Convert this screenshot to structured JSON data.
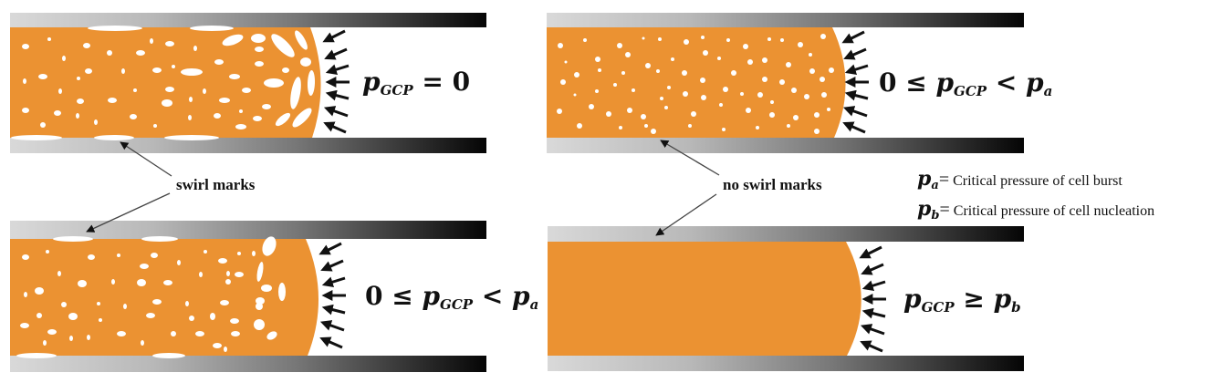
{
  "colors": {
    "melt": "#EB9232",
    "bubble": "#FFFFFF",
    "wall_light": "#D9D9D9",
    "wall_dark": "#050505",
    "arrow": "#111111",
    "leader": "#444444"
  },
  "panels": [
    {
      "id": "top-left",
      "description": "Cells near melt front, large elongated bubbles burst at wall",
      "equation": {
        "prefix": "",
        "lhs": "p",
        "lhs_sub": "GCP",
        "op": "=",
        "rhs": "0",
        "rhs_sub": ""
      },
      "has_bubbles": true,
      "swirl_marks": true
    },
    {
      "id": "top-right",
      "description": "Fine bubbles, no swirl marks",
      "equation": {
        "prefix": "0 ≤ ",
        "lhs": "p",
        "lhs_sub": "GCP",
        "op": "<",
        "rhs": "p",
        "rhs_sub": "a"
      },
      "has_bubbles": true,
      "swirl_marks": false
    },
    {
      "id": "bottom-left",
      "description": "Bubbles with swirl marks",
      "equation": {
        "prefix": "0 ≤ ",
        "lhs": "p",
        "lhs_sub": "GCP",
        "op": "<",
        "rhs": "p",
        "rhs_sub": "a"
      },
      "has_bubbles": true,
      "swirl_marks": true
    },
    {
      "id": "bottom-right",
      "description": "Solid melt, no nucleation",
      "equation": {
        "prefix": "",
        "lhs": "p",
        "lhs_sub": "GCP",
        "op": "≥",
        "rhs": "p",
        "rhs_sub": "b"
      },
      "has_bubbles": false,
      "swirl_marks": false
    }
  ],
  "annotations": {
    "swirl": "swirl marks",
    "no_swirl": "no swirl marks"
  },
  "legend": [
    {
      "symbol": "p",
      "sub": "a",
      "eq": "=",
      "text": " Critical pressure of cell burst"
    },
    {
      "symbol": "p",
      "sub": "b",
      "eq": "=",
      "text": " Critical pressure of cell nucleation"
    }
  ]
}
